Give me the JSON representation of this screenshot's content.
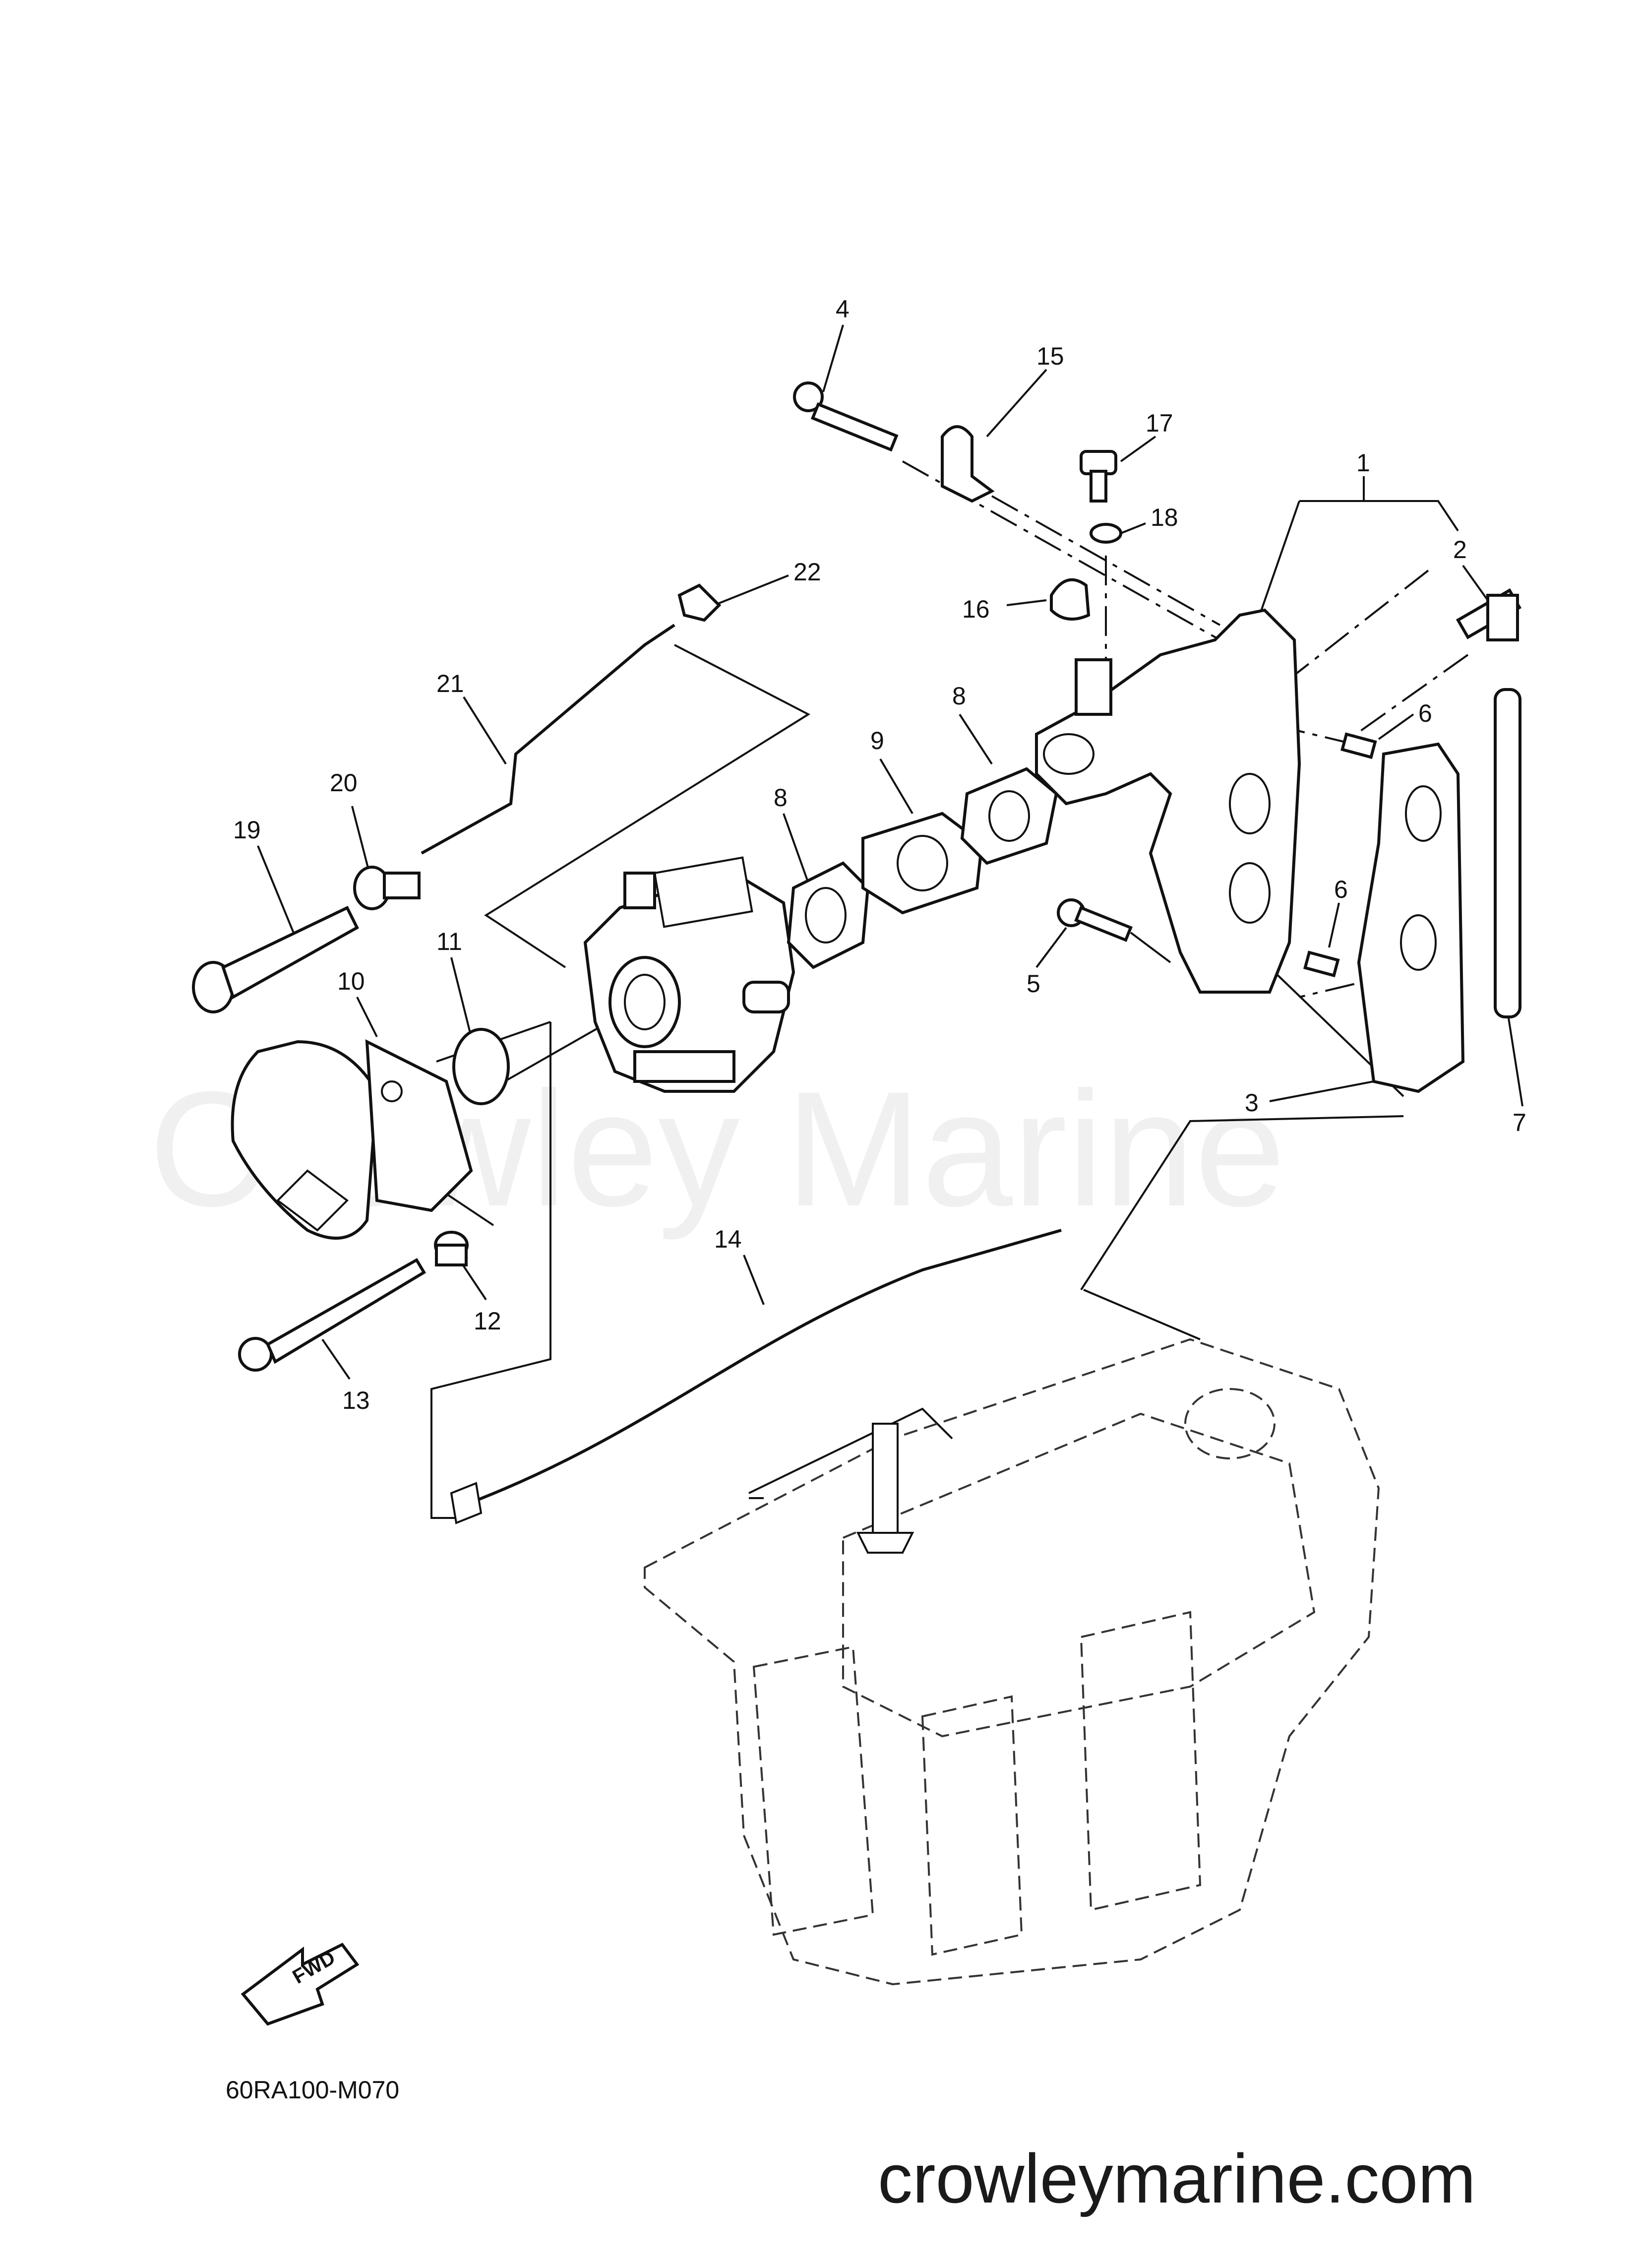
{
  "diagram": {
    "part_labels": [
      "1",
      "2",
      "3",
      "4",
      "5",
      "6",
      "6",
      "7",
      "8",
      "8",
      "9",
      "10",
      "11",
      "12",
      "13",
      "14",
      "15",
      "16",
      "17",
      "18",
      "19",
      "20",
      "21",
      "22"
    ],
    "drawing_code": "60RA100-M070",
    "fwd_label": "FWD",
    "watermark": "Crowley Marine",
    "website": "crowleymarine.com"
  }
}
